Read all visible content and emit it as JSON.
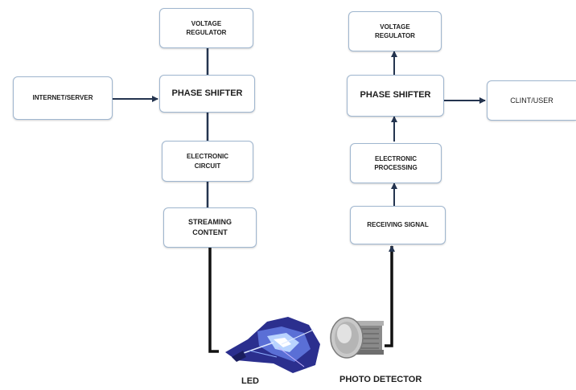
{
  "left_column": {
    "voltage_regulator": "VOLTAGE\nREGULATOR",
    "internet_server": "INTERNET/SERVER",
    "phase_shifter": "PHASE SHIFTER",
    "electronic_circuit": "ELECTRONIC\nCIRCUIT",
    "streaming_content": "STREAMING\nCONTENT"
  },
  "right_column": {
    "voltage_regulator": "VOLTAGE\nREGULATOR",
    "phase_shifter": "PHASE SHIFTER",
    "client_user": "CLINT/USER",
    "electronic_processing": "ELECTRONIC\nPROCESSING",
    "receiving_signal": "RECEIVING SIGNAL"
  },
  "captions": {
    "led": "LED",
    "photo_detector": "PHOTO DETECTOR"
  },
  "colors": {
    "box_border": "#9fb6cf",
    "connector": "#24344f",
    "text": "#1e1e1e"
  }
}
